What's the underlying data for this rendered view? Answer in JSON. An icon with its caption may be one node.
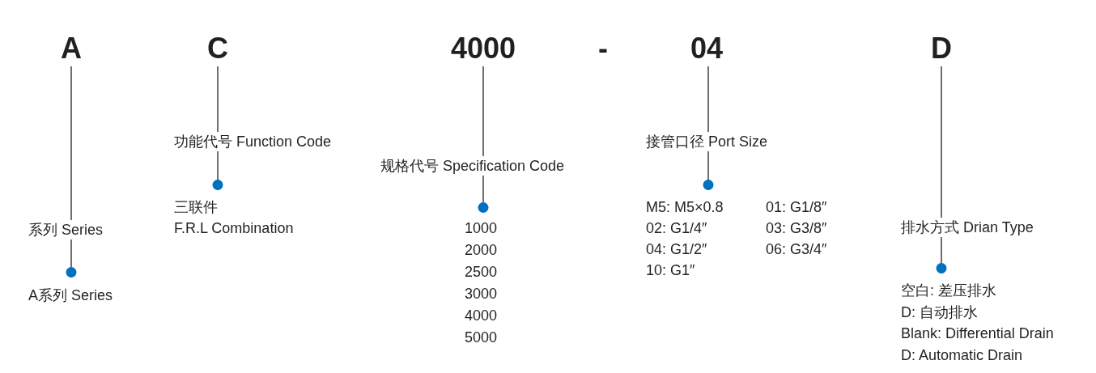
{
  "diagram": {
    "nodes": [
      {
        "text": [
          "A"
        ]
      },
      {
        "text": [
          "系列 Series"
        ]
      },
      {
        "text": [
          "A系列 Series"
        ]
      },
      {
        "text": [
          "C"
        ]
      },
      {
        "text": [
          "功能代号 Function Code"
        ]
      },
      {
        "text": [
          "三联件",
          "F.R.L Combination"
        ]
      },
      {
        "text": [
          "4000"
        ]
      },
      {
        "text": [
          "规格代号 Specification Code"
        ]
      },
      {
        "text": [
          "1000",
          "2000",
          "2500",
          "3000",
          "4000",
          "5000"
        ]
      },
      {
        "text": [
          "04"
        ]
      },
      {
        "text": [
          "接管口径 Port Size"
        ]
      },
      {
        "text": [
          "M5: M5×0.8",
          "01: G1/8″",
          "02: G1/4″",
          "03: G3/8″",
          "04: G1/2″",
          "06: G3/4″",
          "10: G1″"
        ]
      },
      {
        "text": [
          "D"
        ]
      },
      {
        "text": [
          "排水方式 Drian Type"
        ]
      },
      {
        "text": [
          "空白: 差压排水",
          "D: 自动排水",
          "Blank: Differential Drain",
          "D: Automatic Drain"
        ]
      }
    ],
    "edges": [
      {
        "from": 0,
        "to": 1,
        "arrow": "none"
      },
      {
        "from": 1,
        "to": 2,
        "arrow": "other"
      },
      {
        "from": 3,
        "to": 4,
        "arrow": "none"
      },
      {
        "from": 4,
        "to": 5,
        "arrow": "other"
      },
      {
        "from": 6,
        "to": 7,
        "arrow": "none"
      },
      {
        "from": 7,
        "to": 8,
        "arrow": "other"
      },
      {
        "from": 9,
        "to": 10,
        "arrow": "none"
      },
      {
        "from": 10,
        "to": 11,
        "arrow": "other"
      },
      {
        "from": 12,
        "to": 13,
        "arrow": "none"
      },
      {
        "from": 13,
        "to": 14,
        "arrow": "other"
      }
    ],
    "labels": [
      "-"
    ]
  }
}
